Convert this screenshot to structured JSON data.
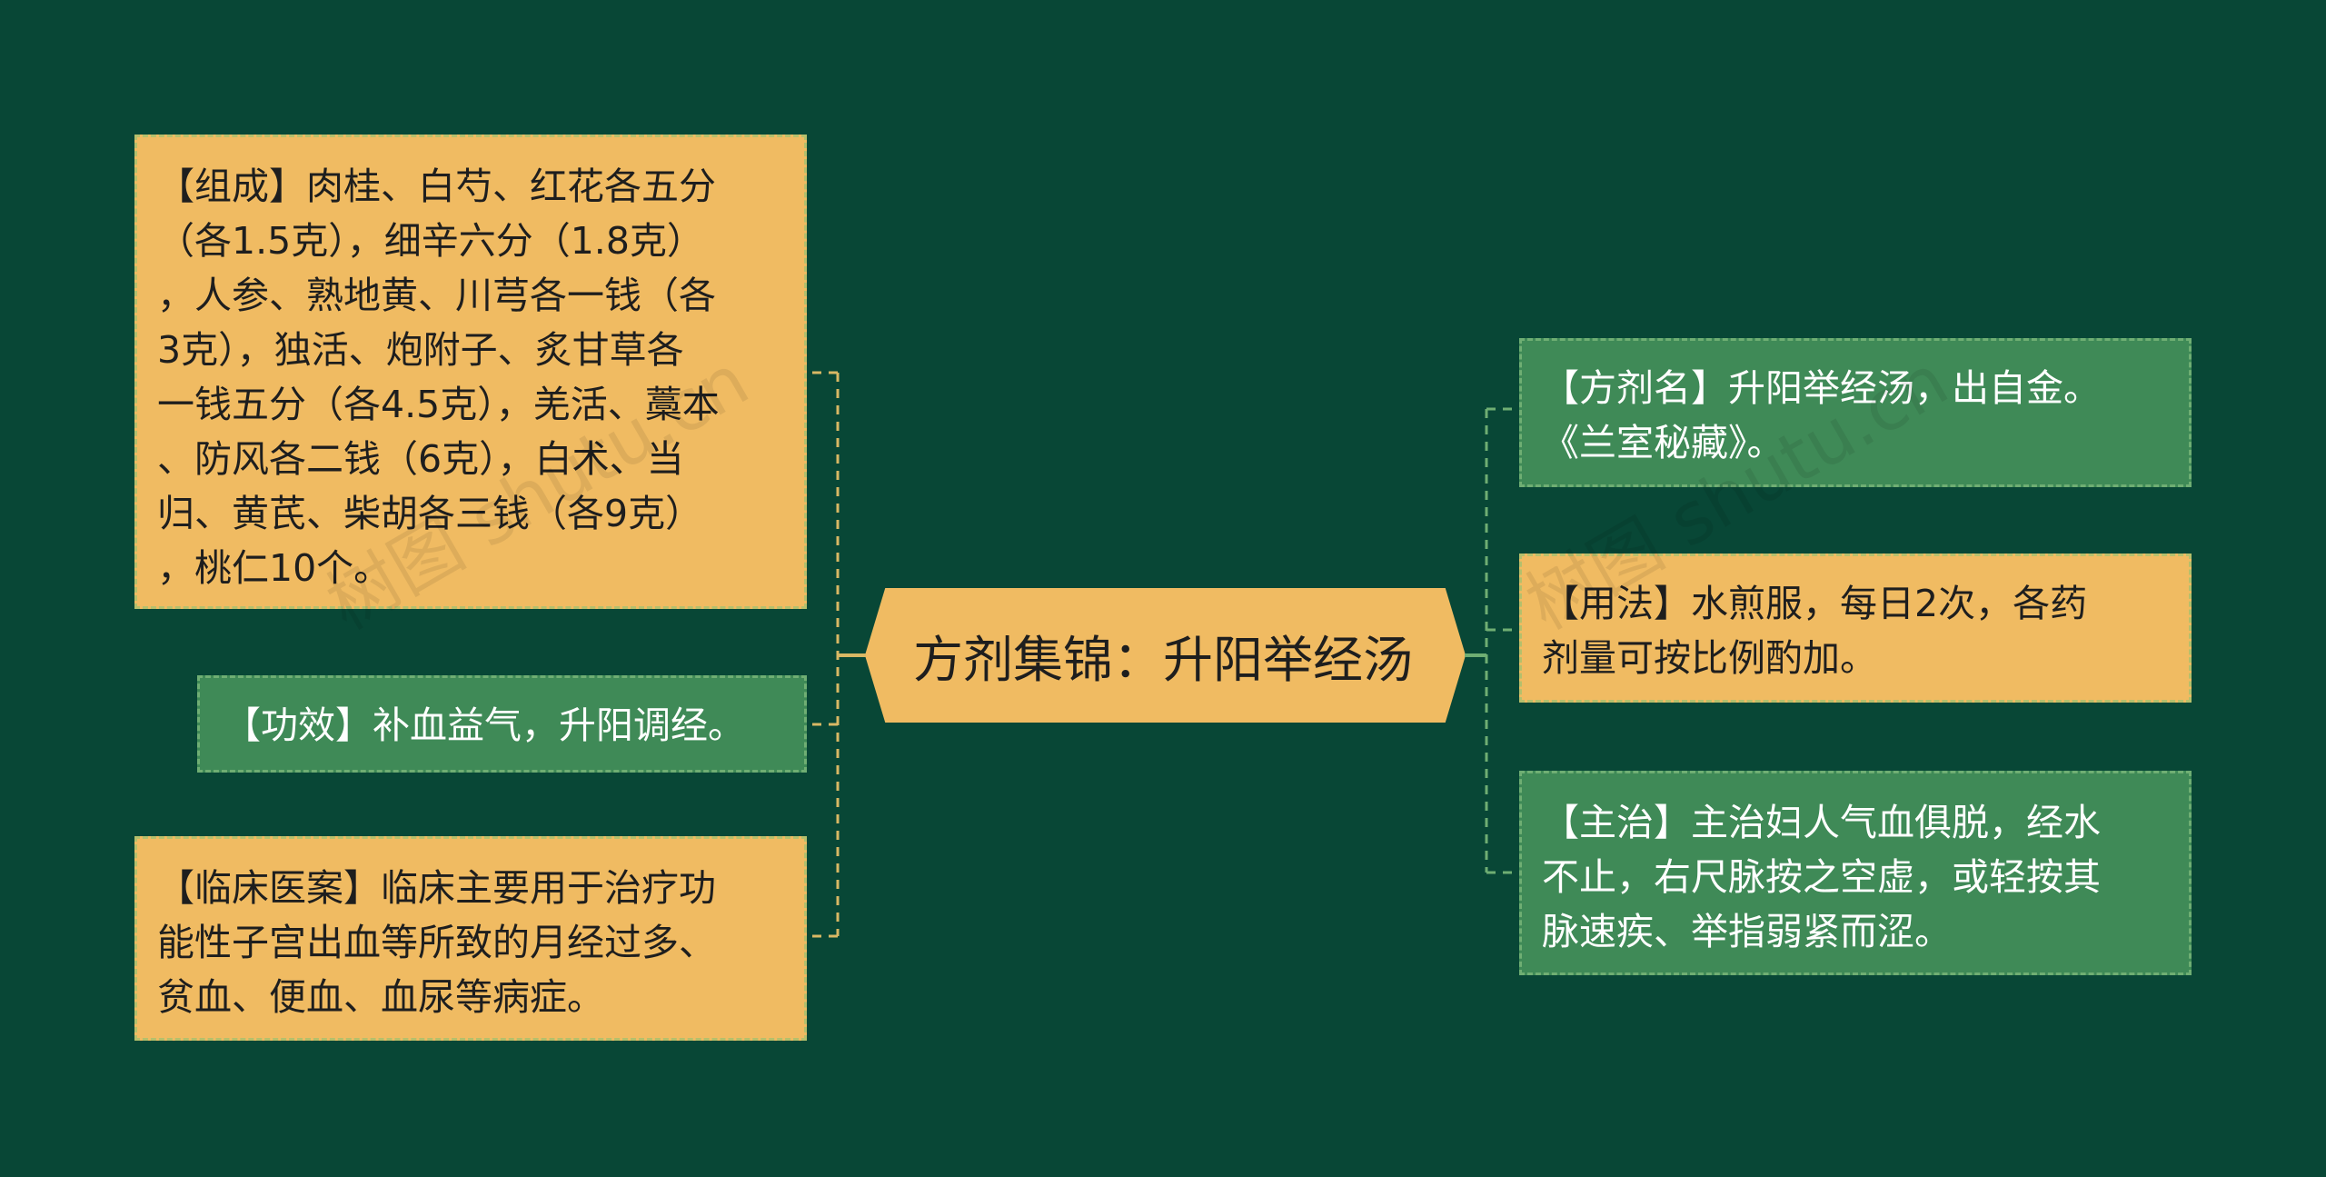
{
  "center": {
    "title": "方剂集锦：升阳举经汤"
  },
  "left_nodes": {
    "composition": "【组成】肉桂、白芍、红花各五分\n（各1.5克），细辛六分（1.8克）\n，人参、熟地黄、川芎各一钱（各\n3克），独活、炮附子、炙甘草各\n一钱五分（各4.5克），羌活、藁本\n、防风各二钱（6克），白术、当\n归、黄芪、柴胡各三钱（各9克）\n，桃仁10个。",
    "efficacy": "【功效】补血益气，升阳调经。",
    "clinical": "【临床医案】临床主要用于治疗功\n能性子宫出血等所致的月经过多、\n贫血、便血、血尿等病症。"
  },
  "right_nodes": {
    "name": "【方剂名】升阳举经汤，出自金。\n《兰室秘藏》。",
    "usage": "【用法】水煎服，每日2次，各药\n剂量可按比例酌加。",
    "indication": "【主治】主治妇人气血俱脱，经水\n不止，右尺脉按之空虚，或轻按其\n脉速疾、举指弱紧而涩。"
  },
  "colors": {
    "background": "#084736",
    "yellow_node": "#f0bb62",
    "green_node": "#3f8a57",
    "center_node": "#f0bb62",
    "connector_left": "#d9b864",
    "connector_right": "#6fae73"
  },
  "watermarks": [
    "树图 shutu.cn",
    "树图 shutu.cn"
  ]
}
